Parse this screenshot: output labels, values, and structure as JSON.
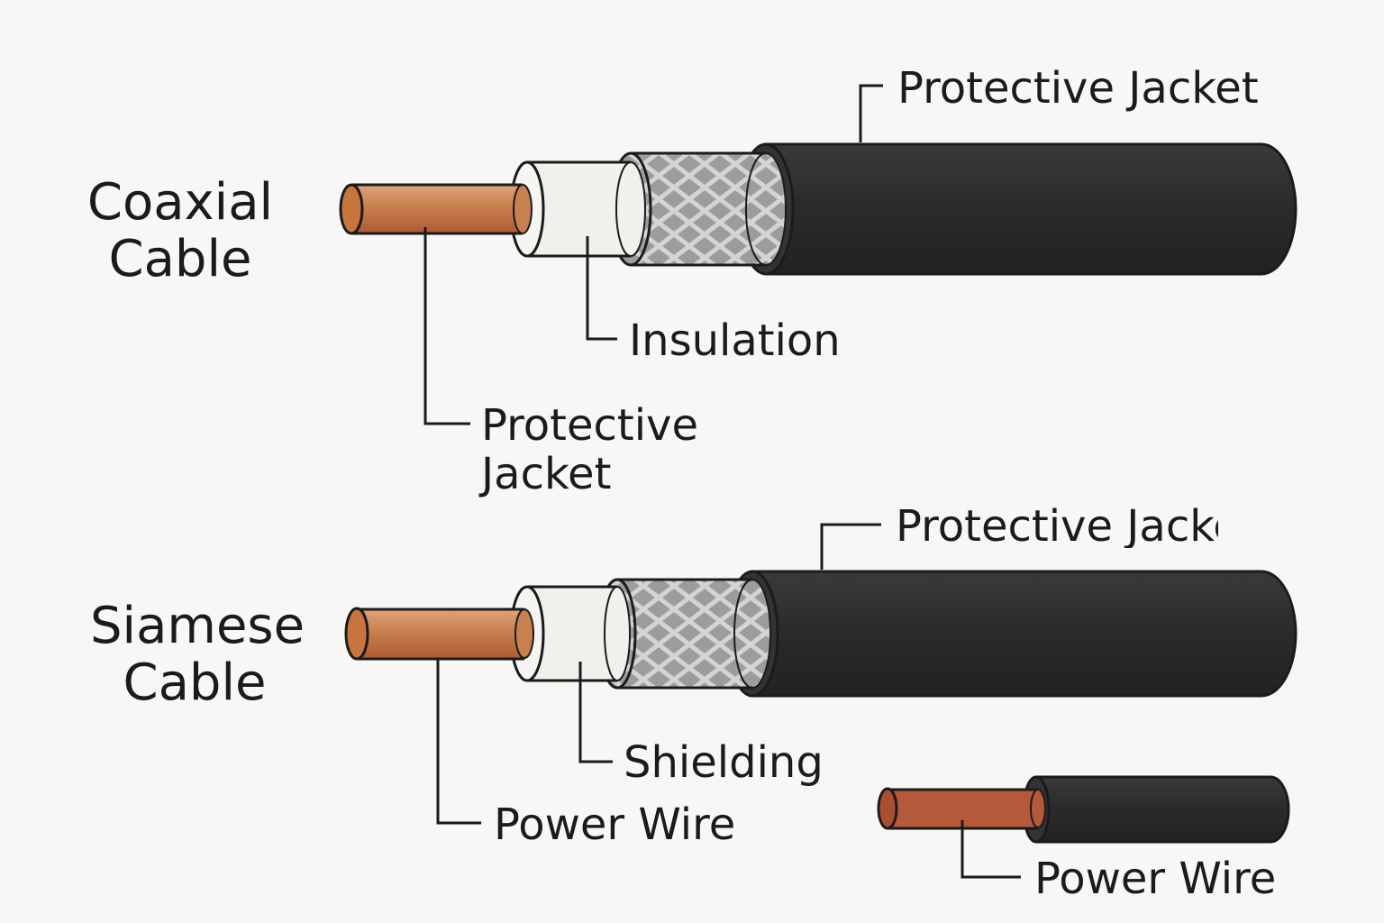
{
  "cables": {
    "coaxial": {
      "title_line1": "Coaxial",
      "title_line2": "Cable",
      "labels": {
        "jacket_top": "Protective Jacket",
        "insulation": "Insulation",
        "jacket_lower_line1": "Protective",
        "jacket_lower_line2": "Jacket"
      }
    },
    "siamese": {
      "title_line1": "Siamese",
      "title_line2": "Cable",
      "labels": {
        "jacket_top": "Protective Jacke",
        "shielding": "Shielding",
        "power_wire": "Power Wire"
      }
    },
    "power_wire": {
      "label": "Power Wire"
    }
  },
  "colors": {
    "background": "#f8f7f5",
    "copper": "#c8804f",
    "copper_dark": "#b05a36",
    "insulation": "#f2f0ec",
    "braid": "#9a9a9a",
    "jacket": "#2b2b2b",
    "outline": "#1b1b1b"
  }
}
